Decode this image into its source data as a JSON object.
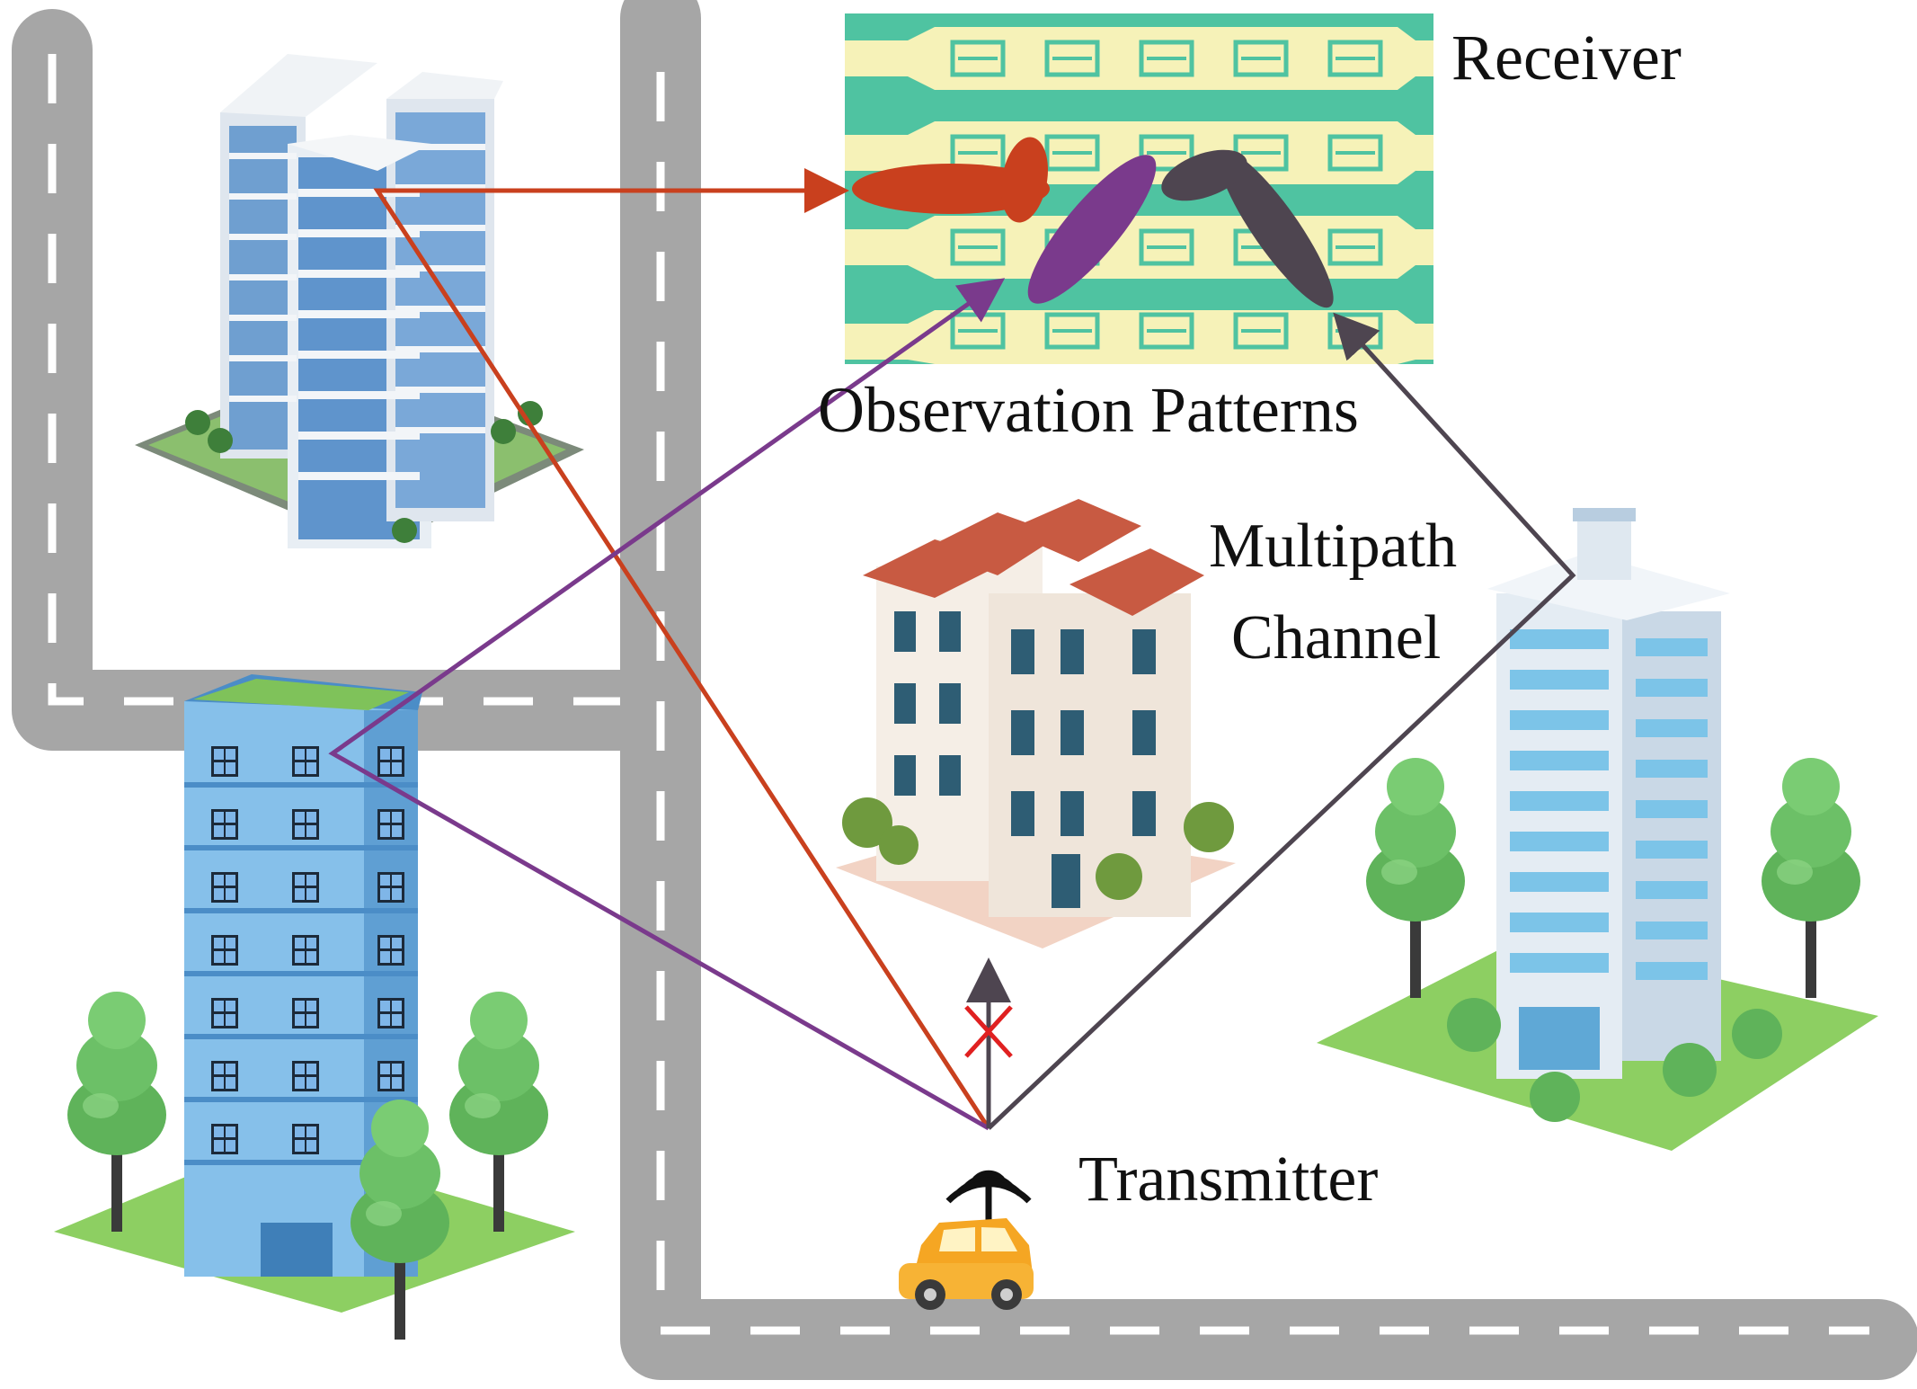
{
  "labels": {
    "receiver": "Receiver",
    "observation_patterns": "Observation Patterns",
    "multipath_line1": "Multipath",
    "multipath_line2": "Channel",
    "transmitter": "Transmitter"
  },
  "colors": {
    "road": "#a6a6a6",
    "road_dash": "#ffffff",
    "board_bg": "#4fc3a1",
    "board_stripe": "#f6f2b8",
    "path_red": "#c9401e",
    "path_purple": "#7a3a8c",
    "path_dark": "#4e4550",
    "blocked_mark": "#e02020",
    "car": "#f5a623"
  },
  "icons": {
    "tall_office": "office-tower-icon",
    "blue_block": "apartment-block-icon",
    "villa": "villa-building-icon",
    "white_tower": "white-tower-icon",
    "receiver_array": "antenna-array-icon",
    "car": "car-icon",
    "signal": "wireless-signal-icon",
    "blocked": "cross-icon",
    "tree": "tree-icon"
  }
}
